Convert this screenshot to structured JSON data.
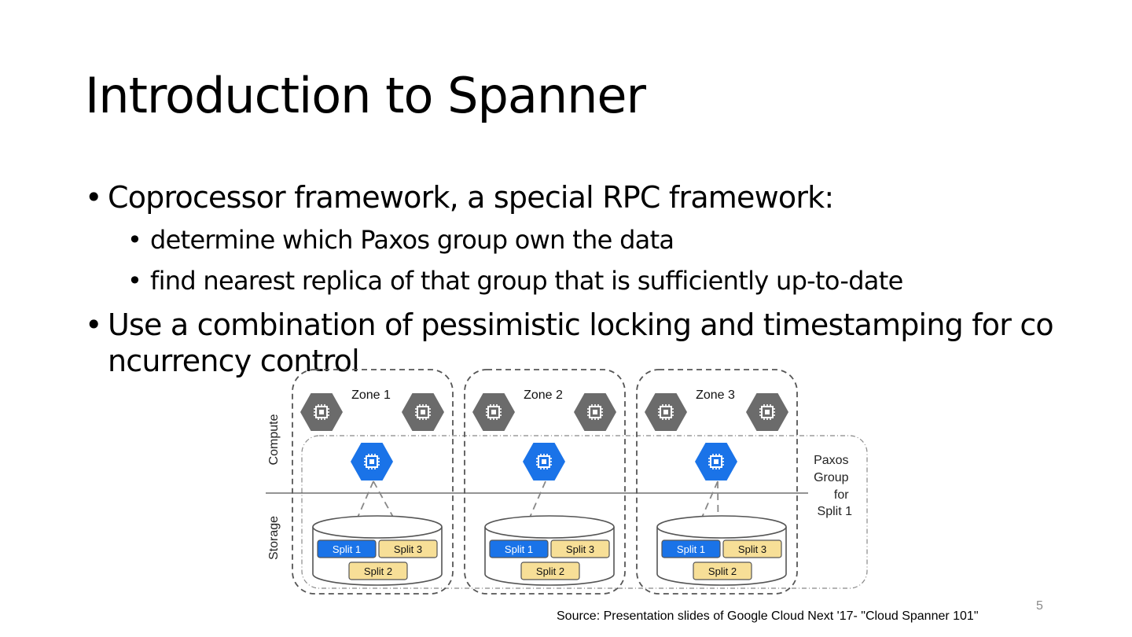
{
  "slide": {
    "title": "Introduction to Spanner",
    "bullets": [
      {
        "text": "Coprocessor framework, a special RPC framework:",
        "sub": [
          "determine which Paxos group own the data",
          "find nearest replica of that group that is sufficiently up-to-date"
        ]
      },
      {
        "text": "Use a combination of pessimistic locking and timestamping for concurrency control",
        "sub": []
      }
    ],
    "bullet_char": "•",
    "source": "Source: Presentation slides of Google Cloud Next '17- \"Cloud Spanner 101\"",
    "page_number": "5"
  },
  "diagram": {
    "zones": [
      {
        "label": "Zone 1",
        "splits": [
          "Split 1",
          "Split 3",
          "Split 2"
        ]
      },
      {
        "label": "Zone 2",
        "splits": [
          "Split 1",
          "Split 3",
          "Split 2"
        ]
      },
      {
        "label": "Zone 3",
        "splits": [
          "Split 1",
          "Split 3",
          "Split 2"
        ]
      }
    ],
    "row_labels": {
      "compute": "Compute",
      "storage": "Storage"
    },
    "paxos_label": [
      "Paxos",
      "Group",
      "for",
      "Split 1"
    ],
    "icons": {
      "compute_node": "chip-icon",
      "leader_node": "chip-icon"
    },
    "colors": {
      "compute_gray": "#6b6b6b",
      "leader_blue": "#1a73e8",
      "split_blue": "#1a73e8",
      "split_yellow": "#f7df97"
    }
  }
}
